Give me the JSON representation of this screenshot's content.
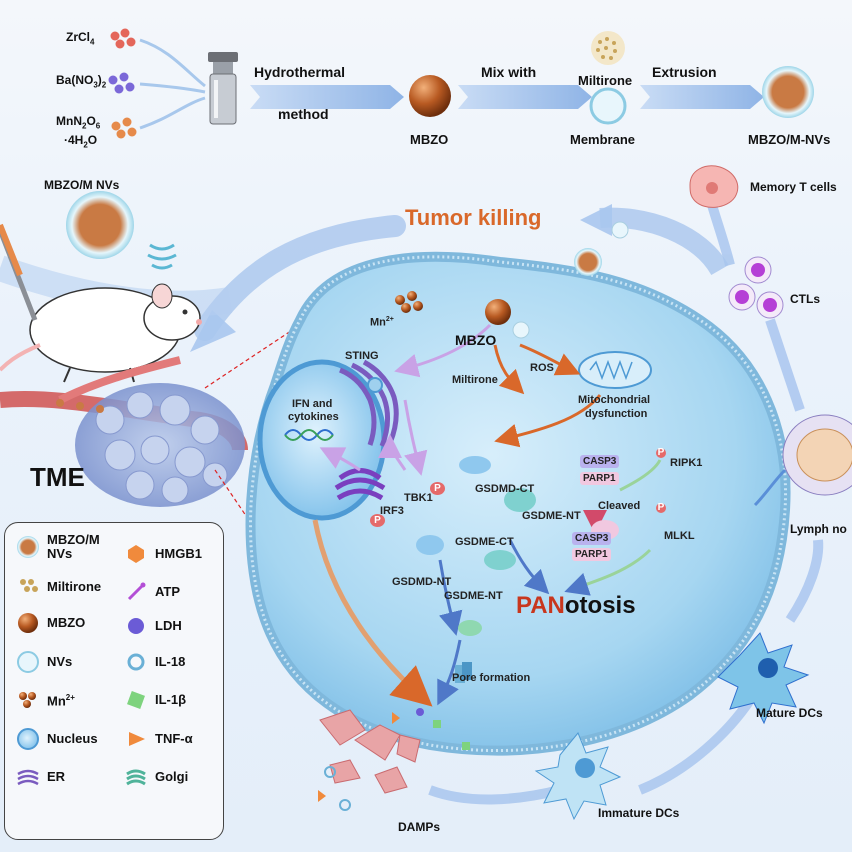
{
  "synthesis": {
    "reagents": [
      "ZrCl4",
      "Ba(NO3)2",
      "MnN2O6·4H2O"
    ],
    "reagent_lines": {
      "r1": "ZrCl",
      "r1_sub": "4",
      "r2": "Ba(NO",
      "r2_sub1": "3",
      "r2_mid": ")",
      "r2_sub2": "2",
      "r3a": "MnN",
      "r3a_sub1": "2",
      "r3a_mid": "O",
      "r3a_sub2": "6",
      "r3b": "·4H",
      "r3b_sub": "2",
      "r3b_end": "O"
    },
    "step1_a": "Hydrothermal",
    "step1_b": "method",
    "product1": "MBZO",
    "step2": "Mix with",
    "additive1": "Miltirone",
    "additive2": "Membrane",
    "step3": "Extrusion",
    "product2": "MBZO/M-NVs"
  },
  "left": {
    "nv_label": "MBZO/M NVs",
    "tme": "TME"
  },
  "top_right": {
    "tumor_killing": "Tumor killing",
    "memory": "Memory T cells",
    "ctls": "CTLs",
    "lymph": "Lymph no"
  },
  "cell": {
    "mn": "Mn",
    "mn_sup": "2+",
    "mbzo": "MBZO",
    "sting": "STING",
    "ros": "ROS",
    "miltirone": "Miltirone",
    "mito_a": "Mitochondrial",
    "mito_b": "dysfunction",
    "ifn_a": "IFN and",
    "ifn_b": "cytokines",
    "tbk1": "TBK1",
    "irf3": "IRF3",
    "p": "P",
    "gsdmd_ct": "GSDMD-CT",
    "gsdme_nt_top": "GSDME-NT",
    "gsdme_ct": "GSDME-CT",
    "gsdmd_nt": "GSDMD-NT",
    "gsdme_nt": "GSDME-NT",
    "casp3": "CASP3",
    "parp1": "PARP1",
    "ripk1": "RIPK1",
    "cleaved": "Cleaved",
    "mlkl": "MLKL",
    "pan": "PAN",
    "otosis": "otosis",
    "pore": "Pore formation"
  },
  "bottom": {
    "damps": "DAMPs",
    "immature": "Immature DCs",
    "mature": "Mature DCs"
  },
  "legend": [
    {
      "icon": "nv",
      "label": "MBZO/M NVs"
    },
    {
      "icon": "miltirone",
      "label": "Miltirone"
    },
    {
      "icon": "mbzo",
      "label": "MBZO"
    },
    {
      "icon": "nvs",
      "label": "NVs"
    },
    {
      "icon": "mn",
      "label": "Mn2+"
    },
    {
      "icon": "nucleus",
      "label": "Nucleus"
    },
    {
      "icon": "er",
      "label": "ER"
    },
    {
      "icon": "hmgb1",
      "label": "HMGB1"
    },
    {
      "icon": "atp",
      "label": "ATP"
    },
    {
      "icon": "ldh",
      "label": "LDH"
    },
    {
      "icon": "il18",
      "label": "IL-18"
    },
    {
      "icon": "il1b",
      "label": "IL-1β"
    },
    {
      "icon": "tnfa",
      "label": "TNF-α"
    },
    {
      "icon": "golgi",
      "label": "Golgi"
    }
  ],
  "legend_text": {
    "nv_a": "MBZO/M",
    "nv_b": "NVs",
    "miltirone": "Miltirone",
    "mbzo": "MBZO",
    "nvs": "NVs",
    "mn": "Mn",
    "mn_sup": "2+",
    "nucleus": "Nucleus",
    "er": "ER",
    "hmgb1": "HMGB1",
    "atp": "ATP",
    "ldh": "LDH",
    "il18": "IL-18",
    "il1b": "IL-1β",
    "tnfa": "TNF-α",
    "golgi": "Golgi"
  },
  "colors": {
    "mbzo": "#b85a22",
    "accent_orange": "#d9682a",
    "cell_blue": "#9fd0ee",
    "arrow_blue": "#8fb8e6",
    "pan_red": "#c8371e"
  }
}
